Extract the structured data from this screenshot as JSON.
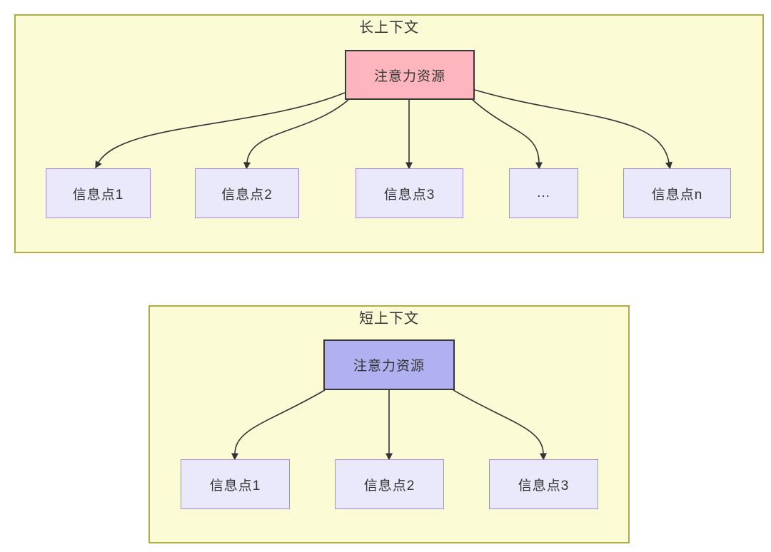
{
  "colors": {
    "page_background": "#ffffff",
    "panel_background": "#fbfbd5",
    "panel_border": "#b0ac4a",
    "target_fill": "#e9e9fb",
    "target_border": "#a489e3",
    "source_border": "#383838",
    "long_source_fill": "#fdb6bd",
    "short_source_fill": "#b1b1f2",
    "arrow_stroke": "#333333",
    "text": "#333333"
  },
  "panels": [
    {
      "title": "长上下文",
      "source": {
        "label": "注意力资源",
        "fill": "#fdb6bd"
      },
      "targets": [
        {
          "label": "信息点1"
        },
        {
          "label": "信息点2"
        },
        {
          "label": "信息点3"
        },
        {
          "label": "..."
        },
        {
          "label": "信息点n"
        }
      ]
    },
    {
      "title": "短上下文",
      "source": {
        "label": "注意力资源",
        "fill": "#b1b1f2"
      },
      "targets": [
        {
          "label": "信息点1"
        },
        {
          "label": "信息点2"
        },
        {
          "label": "信息点3"
        }
      ]
    }
  ]
}
